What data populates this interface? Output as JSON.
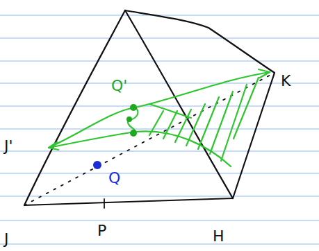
{
  "diagram": {
    "labels": [
      "Q'",
      "J'",
      "K",
      "Q",
      "J",
      "P",
      "H"
    ]
  }
}
